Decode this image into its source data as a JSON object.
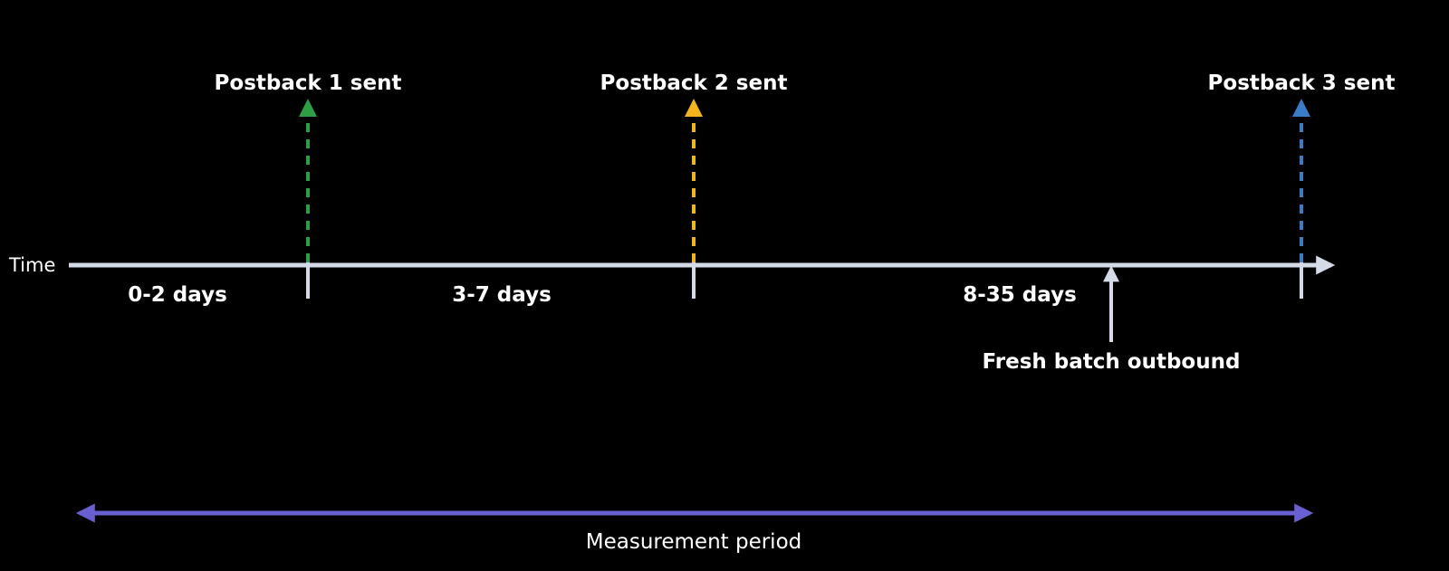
{
  "axis": {
    "label": "Time",
    "line_color": "#d4dae6"
  },
  "windows": [
    {
      "label": "0-2 days"
    },
    {
      "label": "3-7 days"
    },
    {
      "label": "8-35 days"
    }
  ],
  "postbacks": [
    {
      "label": "Postback 1 sent",
      "color": "#2e9e44"
    },
    {
      "label": "Postback 2 sent",
      "color": "#f2b51d"
    },
    {
      "label": "Postback 3 sent",
      "color": "#3a7cc6"
    }
  ],
  "fresh_batch": {
    "label": "Fresh batch outbound",
    "color": "#d4dae6"
  },
  "measurement": {
    "label": "Measurement period",
    "color": "#6a5fd0"
  }
}
